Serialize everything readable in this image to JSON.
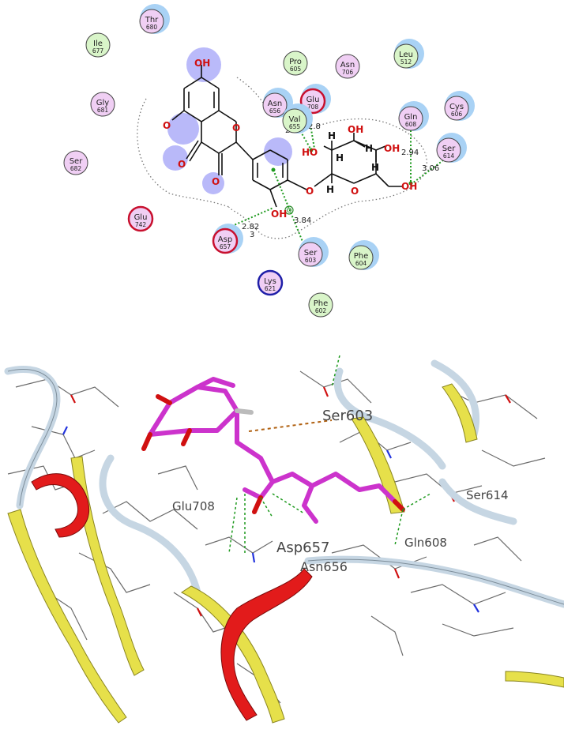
{
  "residues": [
    {
      "id": "thr680",
      "name": "Thr",
      "num": "680",
      "kind": "polar",
      "halo": true
    },
    {
      "id": "ile677",
      "name": "Ile",
      "num": "677",
      "kind": "hydrophobic",
      "halo": false
    },
    {
      "id": "gly681",
      "name": "Gly",
      "num": "681",
      "kind": "polar",
      "halo": false
    },
    {
      "id": "ser682",
      "name": "Ser",
      "num": "682",
      "kind": "polar",
      "halo": false
    },
    {
      "id": "glu742",
      "name": "Glu",
      "num": "742",
      "kind": "acidic",
      "halo": false
    },
    {
      "id": "pro605",
      "name": "Pro",
      "num": "605",
      "kind": "hydrophobic",
      "halo": false
    },
    {
      "id": "asn706",
      "name": "Asn",
      "num": "706",
      "kind": "polar",
      "halo": false
    },
    {
      "id": "leu512",
      "name": "Leu",
      "num": "512",
      "kind": "hydrophobic",
      "halo": true
    },
    {
      "id": "asn656",
      "name": "Asn",
      "num": "656",
      "kind": "polar",
      "halo": true
    },
    {
      "id": "glu708",
      "name": "Glu",
      "num": "708",
      "kind": "acidic",
      "halo": true
    },
    {
      "id": "val655",
      "name": "Val",
      "num": "655",
      "kind": "hydrophobic",
      "halo": true
    },
    {
      "id": "gln608",
      "name": "Gln",
      "num": "608",
      "kind": "polar",
      "halo": true
    },
    {
      "id": "cys606",
      "name": "Cys",
      "num": "606",
      "kind": "polar",
      "halo": true
    },
    {
      "id": "ser614",
      "name": "Ser",
      "num": "614",
      "kind": "polar",
      "halo": true
    },
    {
      "id": "asp657",
      "name": "Asp",
      "num": "657",
      "kind": "acidic",
      "halo": true
    },
    {
      "id": "ser603",
      "name": "Ser",
      "num": "603",
      "kind": "polar",
      "halo": true
    },
    {
      "id": "phe604",
      "name": "Phe",
      "num": "604",
      "kind": "hydrophobic",
      "halo": true
    },
    {
      "id": "lys621",
      "name": "Lys",
      "num": "621",
      "kind": "basic",
      "halo": false
    },
    {
      "id": "phe602",
      "name": "Phe",
      "num": "602",
      "kind": "hydrophobic",
      "halo": false
    }
  ],
  "ligand_atoms": {
    "oh_top": "OH",
    "o_minus": "O",
    "o_ring": "O",
    "o_keto1": "O",
    "o_keto2": "O",
    "oh_phenyl": "OH",
    "o_link": "O",
    "ho_sugar1": "HO",
    "oh_sugar2": "OH",
    "oh_sugar3": "OH",
    "o_sugar_ring": "O",
    "oh_ch2": "OH",
    "h1": "H",
    "h2": "H",
    "h3": "H",
    "h4": "H",
    "h5": "H"
  },
  "distances": {
    "val_a": "2.83",
    "val_b": "2.8",
    "gln": "2.94",
    "ser614": "3.06",
    "asp_a": "2.82",
    "asp_b": "3",
    "ser603": "3.84"
  },
  "view3d_labels": {
    "ser603": "Ser603",
    "glu708": "Glu708",
    "ser614": "Ser614",
    "gln608": "Gln608",
    "asp657": "Asp657",
    "asn656": "Asn656"
  },
  "colors": {
    "hydrophobic": "#d9f5c9",
    "polar": "#f0cff4",
    "acidic_ring": "#c8102e",
    "basic_ring": "#1f1fa8",
    "halo": "#a9d2f5",
    "hbond": "#1e9a1e",
    "ligand": "#cc33cc",
    "helix": "#e21b1b",
    "sheet": "#e6e04a",
    "coil": "#c6d6e3"
  }
}
